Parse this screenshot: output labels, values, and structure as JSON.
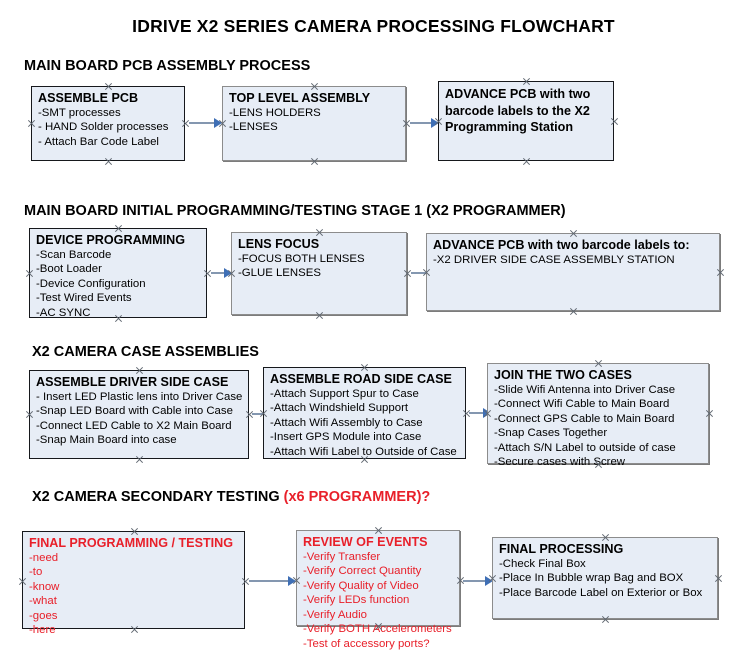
{
  "title": "IDRIVE X2  SERIES CAMERA PROCESSING FLOWCHART",
  "colors": {
    "box_fill": "#e7edf6",
    "border_black": "#16181c",
    "border_gray": "#8c8c8c",
    "accent_red": "#e8202a",
    "arrow_shaft": "#8497b0",
    "arrow_head": "#3f6fb5",
    "text": "#000000"
  },
  "sections": [
    {
      "heading": "MAIN BOARD PCB ASSEMBLY PROCESS",
      "heading_accent": "",
      "boxes": [
        {
          "title": "ASSEMBLE PCB",
          "lines": [
            "-SMT processes",
            "- HAND Solder processes",
            "- Attach Bar Code Label"
          ]
        },
        {
          "title": "TOP LEVEL ASSEMBLY",
          "lines": [
            "-LENS HOLDERS",
            "-LENSES"
          ]
        },
        {
          "title": "ADVANCE PCB with two barcode labels to the  X2 Programming Station",
          "lines": []
        }
      ]
    },
    {
      "heading": "MAIN BOARD INITIAL PROGRAMMING/TESTING STAGE 1 (X2 PROGRAMMER)",
      "heading_accent": "",
      "boxes": [
        {
          "title": "DEVICE PROGRAMMING",
          "lines": [
            "-Scan Barcode",
            "-Boot Loader",
            "-Device Configuration",
            "-Test Wired Events",
            "-AC SYNC"
          ]
        },
        {
          "title": "LENS FOCUS",
          "lines": [
            "-FOCUS BOTH LENSES",
            "-GLUE LENSES"
          ]
        },
        {
          "title": "ADVANCE PCB with two barcode labels to:",
          "lines": [
            "-X2 DRIVER  SIDE  CASE  ASSEMBLY STATION"
          ]
        }
      ]
    },
    {
      "heading": "X2 CAMERA CASE ASSEMBLIES",
      "heading_accent": "",
      "boxes": [
        {
          "title": "ASSEMBLE DRIVER SIDE CASE",
          "lines": [
            "- Insert LED Plastic lens into Driver Case",
            "-Snap LED Board with Cable into Case",
            "-Connect LED Cable to X2 Main Board",
            "-Snap Main Board into case"
          ]
        },
        {
          "title": "ASSEMBLE ROAD SIDE CASE",
          "lines": [
            "-Attach Support Spur to Case",
            "-Attach Windshield Support",
            "-Attach Wifi Assembly to Case",
            "-Insert GPS Module into Case",
            "-Attach Wifi Label to Outside of Case"
          ]
        },
        {
          "title": "JOIN THE TWO CASES",
          "lines": [
            "-Slide Wifi Antenna into Driver Case",
            "-Connect Wifi Cable to Main Board",
            "-Connect GPS Cable to Main Board",
            "-Snap Cases Together",
            "-Attach S/N Label to outside of case",
            "-Secure cases with Screw"
          ]
        }
      ]
    },
    {
      "heading": "X2 CAMERA SECONDARY TESTING ",
      "heading_accent": "(x6 PROGRAMMER)?",
      "boxes": [
        {
          "title": "FINAL PROGRAMMING / TESTING",
          "lines": [
            "-need",
            "-to",
            "-know",
            "-what",
            "-goes",
            "-here"
          ]
        },
        {
          "title": "REVIEW OF EVENTS",
          "lines": [
            "-Verify Transfer",
            "-Verify Correct Quantity",
            "-Verify Quality of Video",
            "-Verify LEDs function",
            "-Verify Audio",
            "-Verify BOTH Accelerometers",
            "-Test of accessory ports?"
          ]
        },
        {
          "title": "FINAL PROCESSING",
          "lines": [
            " -Check Final Box",
            "-Place In Bubble wrap Bag and BOX",
            "-Place Barcode Label on Exterior or Box"
          ]
        }
      ]
    }
  ]
}
